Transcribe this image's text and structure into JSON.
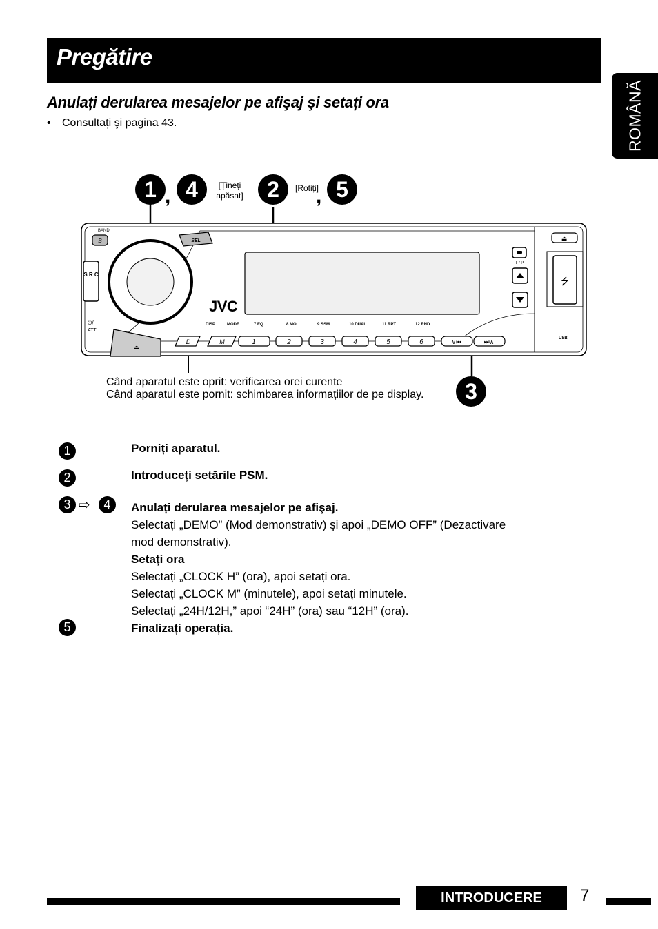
{
  "header": {
    "title": "Pregătire"
  },
  "language_tab": "ROMÂNĂ",
  "section": {
    "title": "Anulați derularea mesajelor pe afişaj şi setați ora",
    "bullet_mark": "•",
    "bullet": "Consultați şi pagina 43."
  },
  "diagram": {
    "callout_comma_1": ",",
    "callout_comma_2": ",",
    "num_1": "1",
    "num_4": "4",
    "num_2": "2",
    "num_5": "5",
    "num_3": "3",
    "hold_note": "[Țineți apăsat]",
    "turn_note": "[Rotiți]",
    "note_line_1": "Când aparatul este oprit: verificarea orei curente",
    "note_line_2": "Când aparatul este pornit: schimbarea informațiilor de pe display.",
    "device": {
      "brand": "JVC",
      "band_label": "BAND",
      "src_label": "S R C",
      "att_label": "ATT",
      "power_label": "⏻/I",
      "sel_label": "SEL",
      "tp_label": "T / P",
      "usb_label": "USB",
      "b_label": "B",
      "d_label": "D",
      "m_label": "M",
      "button_labels": [
        "DISP",
        "MODE",
        "7 EQ",
        "8 MO",
        "9 SSM",
        "10 DUAL",
        "11 RPT",
        "12 RND"
      ],
      "preset_buttons": [
        "1",
        "2",
        "3",
        "4",
        "5",
        "6"
      ]
    }
  },
  "steps": [
    {
      "num": "1",
      "text": "Porniți aparatul."
    },
    {
      "num": "2",
      "text": "Introduceți setările PSM."
    },
    {
      "num": "3",
      "arrow": "⇨",
      "num2": "4",
      "heading": "Anulați derularea mesajelor pe afişaj.",
      "line1": "Selectați „DEMO” (Mod demonstrativ) şi apoi „DEMO OFF” (Dezactivare",
      "line2": "mod demonstrativ).",
      "subheading": "Setați ora",
      "line3": "Selectați „CLOCK H” (ora), apoi setați ora.",
      "line4": "Selectați „CLOCK M” (minutele), apoi setați minutele.",
      "line5": "Selectați „24H/12H,” apoi “24H” (ora) sau “12H” (ora)."
    },
    {
      "num": "5",
      "text": "Finalizați operația."
    }
  ],
  "footer": {
    "label": "INTRODUCERE",
    "page": "7"
  }
}
